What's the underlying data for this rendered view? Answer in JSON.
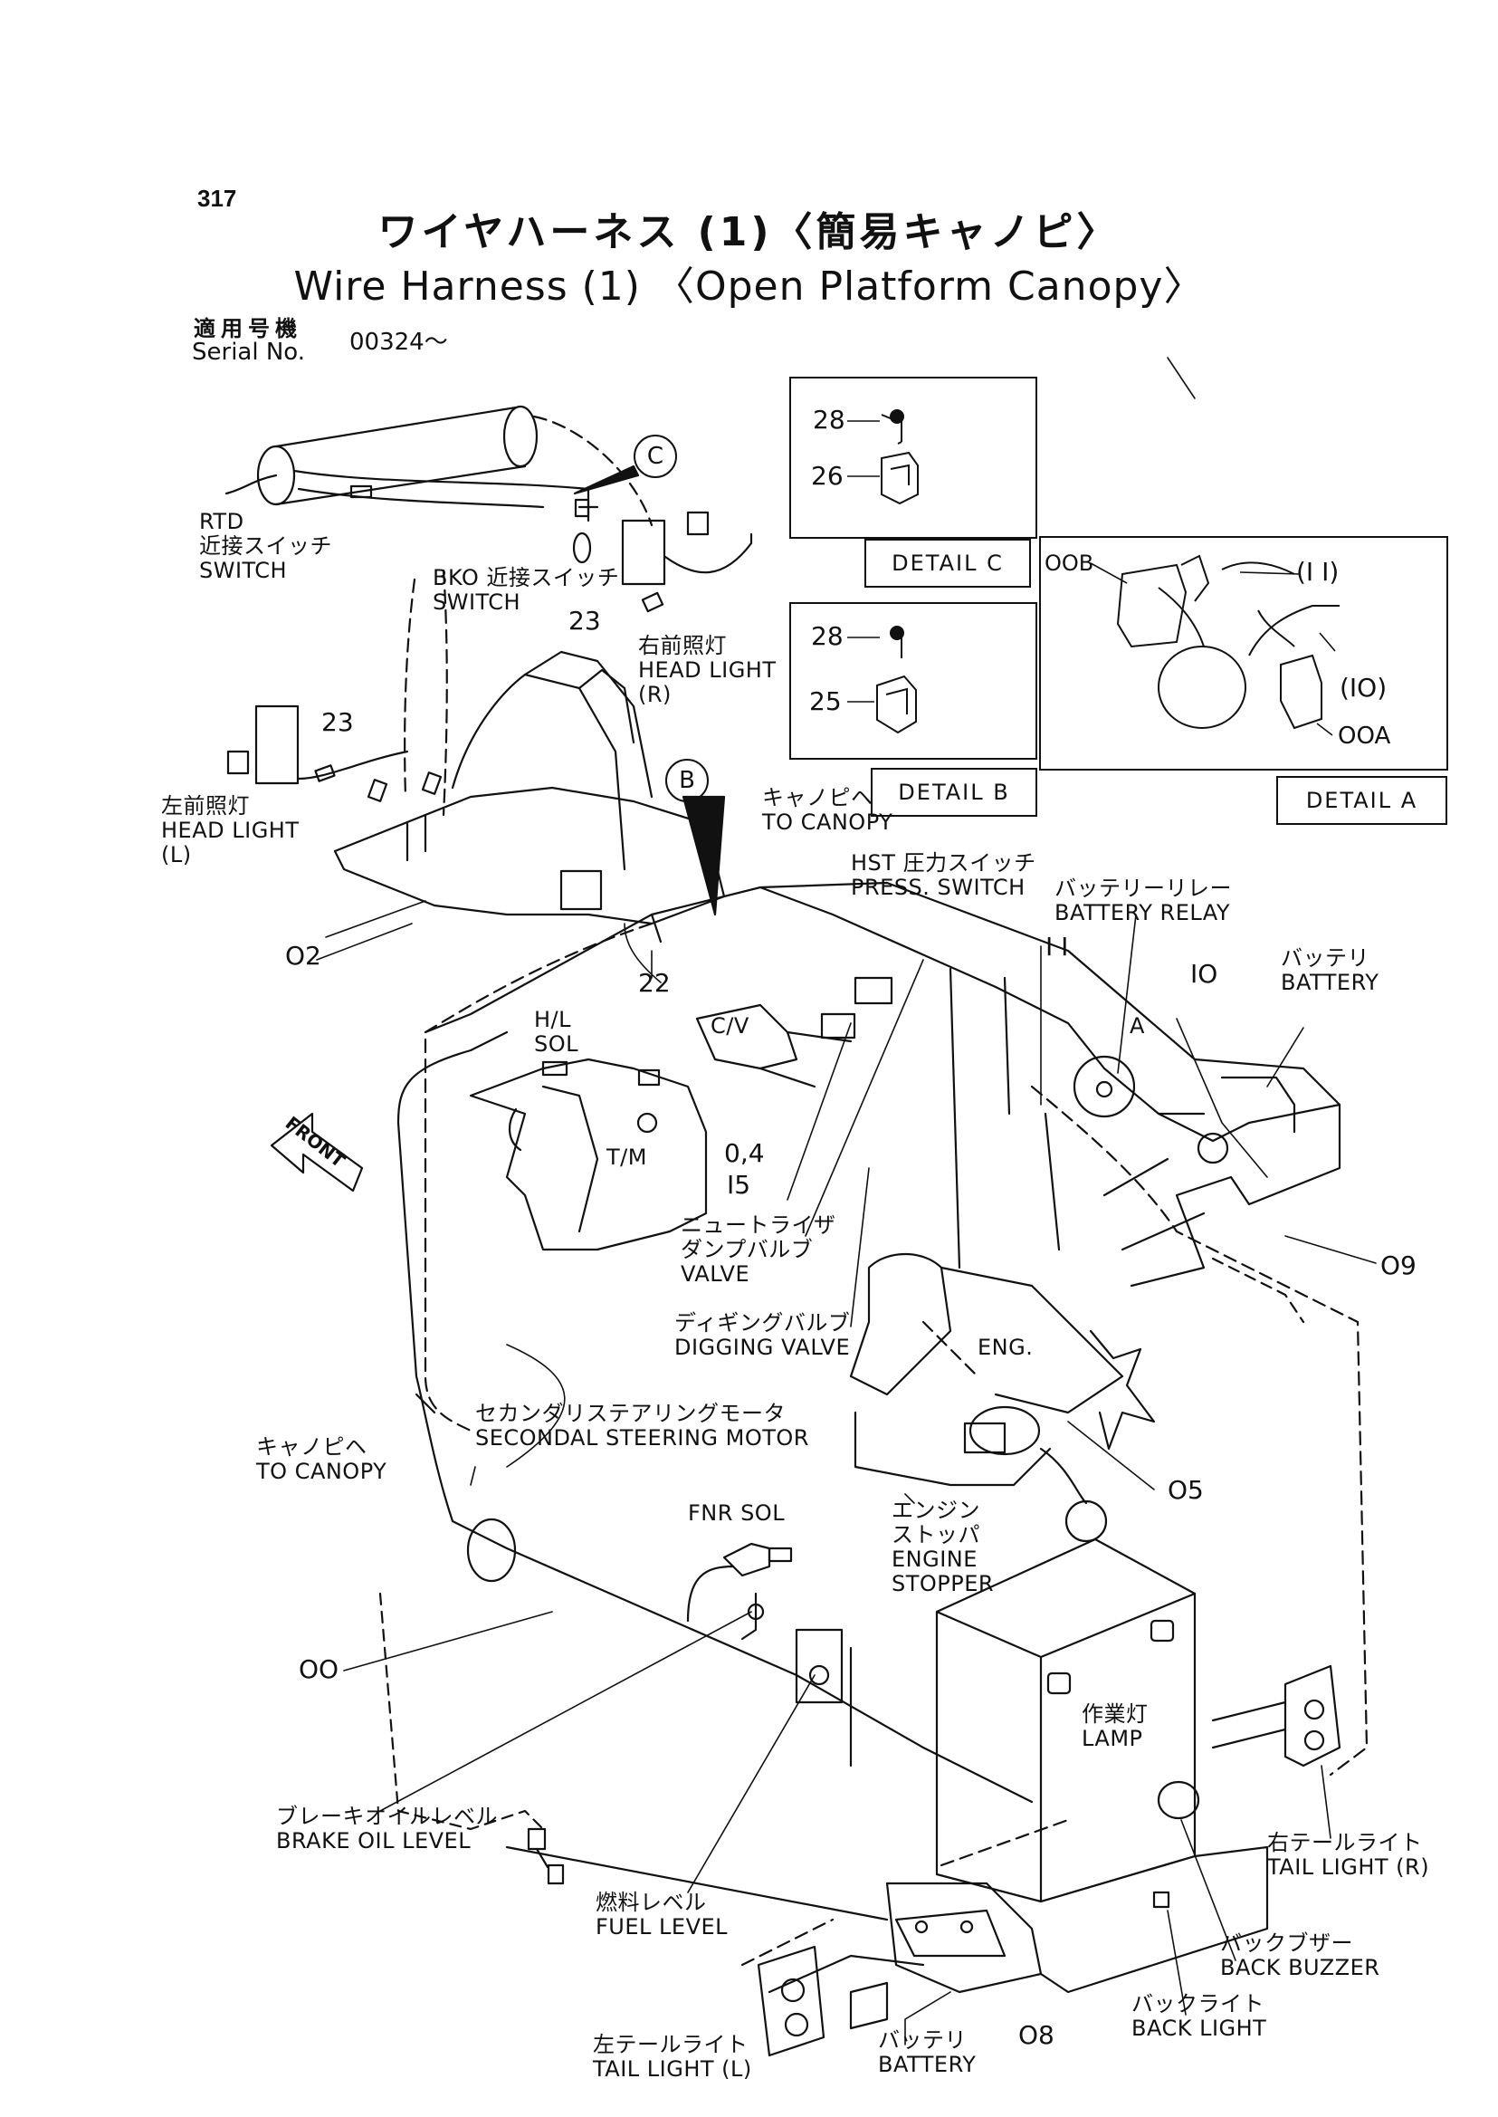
{
  "page_number": "317",
  "title_jp": "ワイヤハーネス (1)〈簡易キャノピ〉",
  "title_en": "Wire Harness (1) 〈Open Platform Canopy〉",
  "serial": {
    "label_jp": "適用号機",
    "label_en": "Serial No.",
    "value": "00324～"
  },
  "details": {
    "a": {
      "tag": "DETAIL A",
      "parts": [
        "OOB",
        "(I I)",
        "(IO)",
        "OOA"
      ],
      "marker": "A"
    },
    "b": {
      "tag": "DETAIL B",
      "parts": [
        "28",
        "25"
      ],
      "marker": "B"
    },
    "c": {
      "tag": "DETAIL C",
      "parts": [
        "28",
        "26"
      ],
      "marker": "C"
    }
  },
  "labels": {
    "rtd_switch": {
      "l1": "RTD",
      "l2": "近接スイッチ",
      "l3": "SWITCH"
    },
    "bko_switch": {
      "l1": "BKO 近接スイッチ",
      "l2": "SWITCH"
    },
    "head_light_r": {
      "l1": "右前照灯",
      "l2": "HEAD LIGHT",
      "l3": "(R)"
    },
    "head_light_l": {
      "l1": "左前照灯",
      "l2": "HEAD LIGHT",
      "l3": "(L)"
    },
    "to_canopy_top": {
      "l1": "キャノピヘ",
      "l2": "TO CANOPY"
    },
    "hst_switch": {
      "l1": "HST 圧力スイッチ",
      "l2": "PRESS. SWITCH"
    },
    "battery_relay": {
      "l1": "バッテリーリレー",
      "l2": "BATTERY RELAY"
    },
    "battery_top": {
      "l1": "バッテリ",
      "l2": "BATTERY"
    },
    "hl_sol": {
      "l1": "H/L",
      "l2": "SOL"
    },
    "cv": "C/V",
    "tm": "T/M",
    "front": "FRONT",
    "neutralizer": {
      "l1": "ニュートライザ",
      "l2": "ダンプバルブ",
      "l3": "VALVE"
    },
    "digging_valve": {
      "l1": "ディギングバルブ",
      "l2": "DIGGING VALVE"
    },
    "eng": "ENG.",
    "secondary_motor": {
      "l1": "セカンダリステアリングモータ",
      "l2": "SECONDAL STEERING MOTOR"
    },
    "to_canopy_left": {
      "l1": "キャノピヘ",
      "l2": "TO CANOPY"
    },
    "fnr_sol": "FNR SOL",
    "engine_stopper": {
      "l1": "エンジン",
      "l2": "ストッパ",
      "l3": "ENGINE",
      "l4": "STOPPER"
    },
    "lamp": {
      "l1": "作業灯",
      "l2": "LAMP"
    },
    "brake_oil": {
      "l1": "ブレーキオイルレベル",
      "l2": "BRAKE OIL LEVEL"
    },
    "fuel_level": {
      "l1": "燃料レベル",
      "l2": "FUEL LEVEL"
    },
    "tail_light_r": {
      "l1": "右テールライト",
      "l2": "TAIL LIGHT (R)"
    },
    "back_buzzer": {
      "l1": "バックブザー",
      "l2": "BACK BUZZER"
    },
    "back_light": {
      "l1": "バックライト",
      "l2": "BACK LIGHT"
    },
    "battery_bottom": {
      "l1": "バッテリ",
      "l2": "BATTERY"
    },
    "tail_light_l": {
      "l1": "左テールライト",
      "l2": "TAIL LIGHT (L)"
    }
  },
  "part_numbers": {
    "p02": "O2",
    "p22": "22",
    "p23a": "23",
    "p23b": "23",
    "p11": "I I",
    "p10": "IO",
    "p04": "0,4",
    "p15": "I5",
    "p09": "O9",
    "p05": "O5",
    "p00": "OO",
    "p08": "O8",
    "pA": "A"
  }
}
